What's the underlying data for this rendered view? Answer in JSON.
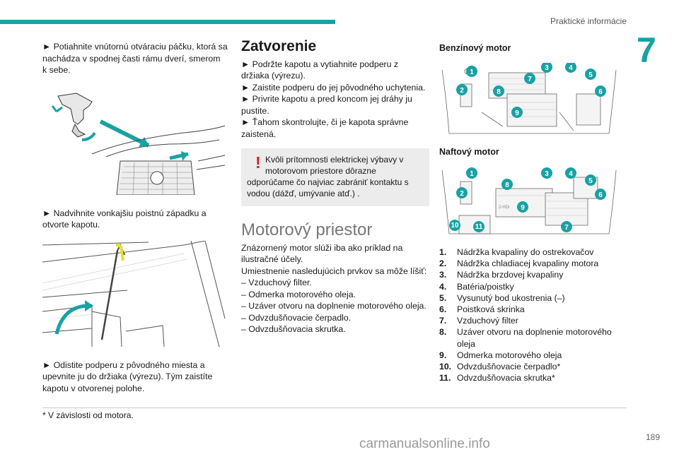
{
  "header": {
    "title": "Praktické informácie",
    "chapter": "7"
  },
  "col1": {
    "p1": "► Potiahnite vnútornú otváraciu páčku, ktorá sa nachádza v spodnej časti rámu dverí, smerom k sebe.",
    "p1_lines": [
      "► Potiahnite vnútornú otváraciu páčku, ktorá sa",
      "nachádza v spodnej časti rámu dverí, smerom",
      "k sebe."
    ],
    "p2_lines": [
      "► Nadvihnite vonkajšiu poistnú západku a",
      "otvorte kapotu."
    ],
    "p3_lines": [
      "► Odistite podperu z pôvodného miesta a",
      "upevnite ju do držiaka (výrezu). Tým zaistíte",
      "kapotu v otvorenej polohe."
    ]
  },
  "col2": {
    "closing_title": "Zatvorenie",
    "closing_lines": [
      "► Podržte kapotu a vytiahnite podperu z",
      "držiaka (výrezu).",
      "► Zaistite podperu do jej pôvodného uchytenia.",
      "► Privrite kapotu a pred koncom jej dráhy ju",
      "pustite.",
      "► Ťahom skontrolujte, či je kapota správne",
      "zaistená."
    ],
    "warning_lines": [
      "Kvôli prítomnosti elektrickej výbavy v",
      "motorovom priestore dôrazne",
      "odporúčame čo najviac zabrániť kontaktu s",
      "vodou (dážď, umývanie atď.) ."
    ],
    "warning_symbol": "!",
    "engine_title": "Motorový priestor",
    "engine_lines": [
      "Znázornený motor slúži iba ako príklad na",
      "ilustračné účely.",
      "Umiestnenie nasledujúcich prvkov sa môže líšiť:",
      "– Vzduchový filter.",
      "– Odmerka motorového oleja.",
      "– Uzáver otvoru na doplnenie motorového oleja.",
      "– Odvzdušňovacie čerpadlo.",
      "– Odvzdušňovacia skrutka."
    ]
  },
  "col3": {
    "petrol_title": "Benzínový motor",
    "diesel_title": "Naftový motor",
    "diesel_badge": "2-HDi",
    "legend": [
      {
        "num": "1.",
        "text": "Nádržka kvapaliny do ostrekovačov"
      },
      {
        "num": "2.",
        "text": "Nádržka chladiacej kvapaliny motora"
      },
      {
        "num": "3.",
        "text": "Nádržka brzdovej kvapaliny"
      },
      {
        "num": "4.",
        "text": "Batéria/poistky"
      },
      {
        "num": "5.",
        "text": "Vysunutý bod ukostrenia (–)"
      },
      {
        "num": "6.",
        "text": "Poistková skrinka"
      },
      {
        "num": "7.",
        "text": "Vzduchový filter"
      },
      {
        "num": "8.",
        "text": "Uzáver otvoru na doplnenie motorového"
      },
      {
        "num": "",
        "text": "oleja"
      },
      {
        "num": "9.",
        "text": "Odmerka motorového oleja"
      },
      {
        "num": "10.",
        "text": "Odvzdušňovacie čerpadlo*"
      },
      {
        "num": "11.",
        "text": "Odvzdušňovacia skrutka*"
      }
    ]
  },
  "footer": {
    "footnote": "* V závislosti od motora.",
    "page_number": "189",
    "watermark": "carmanualsonline.info"
  },
  "colors": {
    "accent": "#1aa1a3",
    "warning": "#e0192b",
    "box_bg": "#ececec"
  }
}
